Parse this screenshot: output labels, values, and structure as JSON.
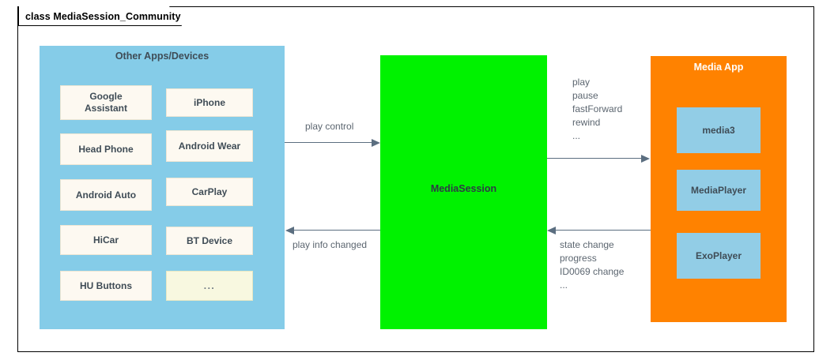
{
  "frame": {
    "title": "class MediaSession_Community"
  },
  "left_panel": {
    "title": "Other Apps/Devices",
    "color": "#85CCE8",
    "cards": [
      {
        "label": "Google\nAssistant",
        "kind": "device"
      },
      {
        "label": "iPhone",
        "kind": "device"
      },
      {
        "label": "Head Phone",
        "kind": "device"
      },
      {
        "label": "Android Wear",
        "kind": "device"
      },
      {
        "label": "Android Auto",
        "kind": "device"
      },
      {
        "label": "CarPlay",
        "kind": "device"
      },
      {
        "label": "HiCar",
        "kind": "device"
      },
      {
        "label": "BT Device",
        "kind": "device"
      },
      {
        "label": "HU Buttons",
        "kind": "device"
      },
      {
        "label": "...",
        "kind": "ellipsis"
      }
    ]
  },
  "center_node": {
    "label": "MediaSession",
    "color": "#00F200"
  },
  "right_panel": {
    "title": "Media App",
    "color": "#FF8200",
    "items": [
      {
        "label": "media3"
      },
      {
        "label": "MediaPlayer"
      },
      {
        "label": "ExoPlayer"
      }
    ]
  },
  "connections": {
    "left_to_center": {
      "label": "play control",
      "direction": "right"
    },
    "center_to_left": {
      "label": "play info changed",
      "direction": "left"
    },
    "center_to_right": {
      "label": "play\npause\nfastForward\nrewind\n...",
      "direction": "right"
    },
    "right_to_center": {
      "label": "state change\nprogress\nID0069 change\n...",
      "direction": "left"
    }
  }
}
